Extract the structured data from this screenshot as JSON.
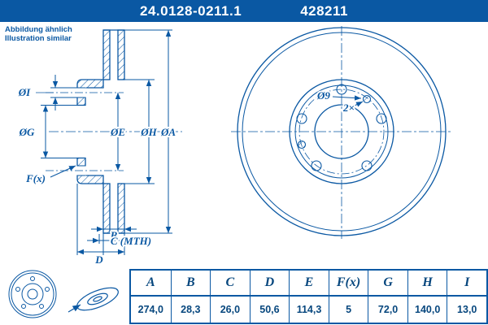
{
  "colors": {
    "accent": "#0a58a3"
  },
  "header": {
    "part_number": "24.0128-0211.1",
    "reference_number": "428211"
  },
  "note": {
    "line1": "Abbildung ähnlich",
    "line2": "Illustration similar"
  },
  "drawing": {
    "labels": {
      "dia_I": "ØI",
      "dia_G": "ØG",
      "dia_E": "ØE",
      "dia_H": "ØH",
      "dia_A": "ØA",
      "f_x": "F(x)",
      "b": "B",
      "c_mth": "C (MTH)",
      "d": "D",
      "dia_9": "Ø9",
      "two_x": "2×"
    }
  },
  "table": {
    "headers": [
      "A",
      "B",
      "C",
      "D",
      "E",
      "F(x)",
      "G",
      "H",
      "I"
    ],
    "values": [
      "274,0",
      "28,3",
      "26,0",
      "50,6",
      "114,3",
      "5",
      "72,0",
      "140,0",
      "13,0"
    ]
  }
}
